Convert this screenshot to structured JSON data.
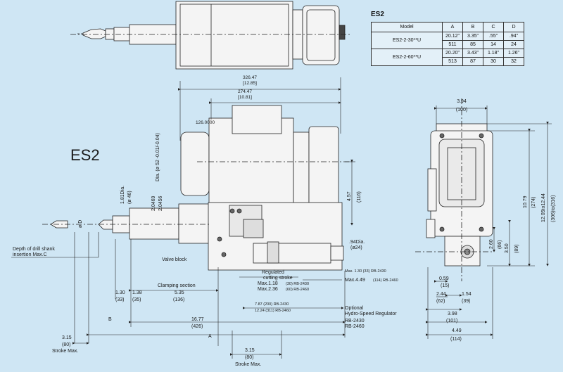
{
  "model_title": "ES2",
  "table": {
    "title": "ES2",
    "headers": [
      "Model",
      "A",
      "B",
      "C",
      "D"
    ],
    "rows": [
      {
        "model": "ES2-2-30**U",
        "a": "20.12\"",
        "a2": "511",
        "b": "3.35\"",
        "b2": "85",
        "c": ".55\"",
        "c2": "14",
        "d": ".94\"",
        "d2": "24"
      },
      {
        "model": "ES2-2-60**U",
        "a": "20.20\"",
        "a2": "513",
        "b": "3.43\"",
        "b2": "87",
        "c": "1.18\"",
        "c2": "30",
        "d": "1.26\"",
        "d2": "32"
      }
    ]
  },
  "top_dims": {
    "d1": "326.47",
    "d1_sub": "[12.85]",
    "d2": "274.47",
    "d2_sub": "[10.81]",
    "d3": "126.0000"
  },
  "side_dims": {
    "dia_spindle": "Dia. (ø 52 -0.01/-0.04)",
    "dia_1_81": "1.81Dia.",
    "dia_46": "(ø 46)",
    "d_mark": "ø D",
    "v_2_0469": "2.0469",
    "v_2_0456": "2.0456",
    "v_4_57": "4.57",
    "v_116": "(116)",
    "dia_94": ".94Dia.",
    "dia_24": "(ø24)",
    "depth_label": "Depth of drill shank",
    "depth_label2": "insertion Max.C",
    "valve_block": "Valve block",
    "regulated": "Regulated",
    "cutting_stroke": "cutting stroke",
    "max_118": "Max.1.18",
    "max_118_b": "(30) RB-2430",
    "max_236": "Max.2.36",
    "max_236_b": "(60) RB-2460",
    "max_130": "Max. 1.30 (33) RB-2430",
    "max_449": "Max.4.49",
    "max_449_b": "(114) RB-2460",
    "v_787": "7.87 (200) RB-2430",
    "v_1224": "12.24 (311) RB-2460",
    "optional1": "Optional",
    "optional2": "Hydro-Speed Regulator",
    "rb2430": "RB-2430",
    "rb2460": "RB-2460",
    "clamping": "Clamping section",
    "v_130": "1.30",
    "v_33": "(33)",
    "v_138": "1.38",
    "v_35": "(35)",
    "v_535": "5.35",
    "v_136": "(136)",
    "b_label": "B",
    "v_1677": "16.77",
    "v_426": "(426)",
    "a_label": "A",
    "v_315a": "3.15",
    "v_80a": "(80)",
    "stroke_a": "Stroke Max.",
    "v_315b": "3.15",
    "v_80b": "(80)",
    "stroke_b": "Stroke Max."
  },
  "end_dims": {
    "w_394": "3.94",
    "w_100": "(100)",
    "h_1079": "10.79",
    "h_274": "(274)",
    "h_1205": "12.05to12.44",
    "h_306": "(306)to(316)",
    "h_260": "2.60",
    "h_66": "(66)",
    "h_350": "3.50",
    "h_89": "(89)",
    "w_059": "0.59",
    "w_15": "(15)",
    "w_154": "1.54",
    "w_39": "(39)",
    "w_244": "2.44",
    "w_62": "(62)",
    "w_398": "3.98",
    "w_101": "(101)",
    "w_449": "4.49",
    "w_114": "(114)"
  }
}
